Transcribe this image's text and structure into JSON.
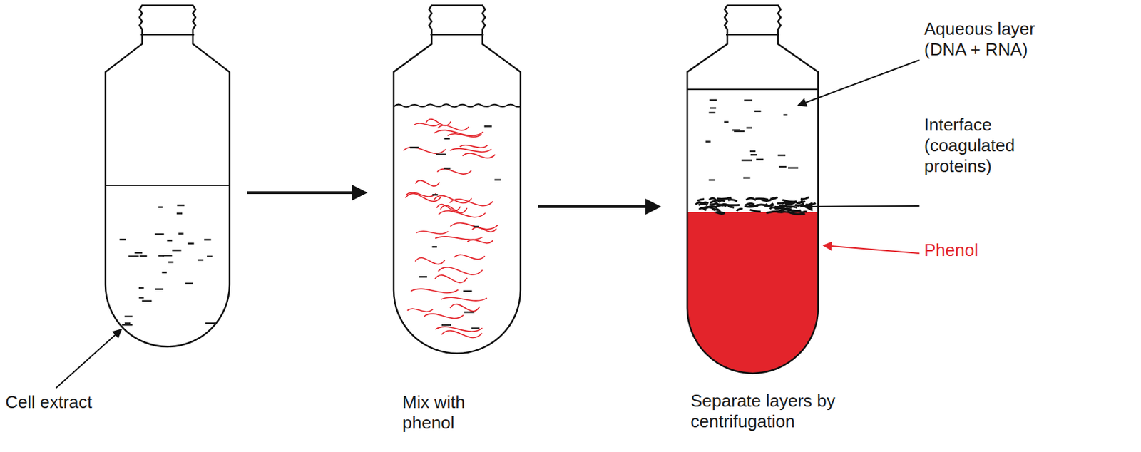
{
  "diagram": {
    "nodes": [
      {
        "text": [
          "Cell extract"
        ]
      },
      {
        "text": [
          "Mix with phenol"
        ]
      },
      {
        "text": [
          "Separate layers by centrifugation"
        ]
      }
    ],
    "edges": [
      {
        "from": 0,
        "to": 1,
        "arrow": "to"
      },
      {
        "from": 1,
        "to": 2,
        "arrow": "to"
      }
    ],
    "labels": [
      "Aqueous layer (DNA + RNA)",
      "Interface (coagulated proteins)",
      "Phenol"
    ]
  }
}
